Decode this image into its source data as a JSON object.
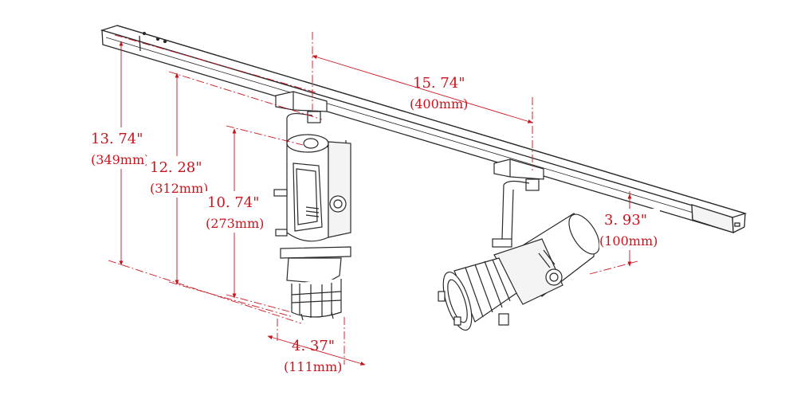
{
  "colors": {
    "dimension": "#c8141e",
    "outline": "#2a2a2a",
    "background": "#ffffff"
  },
  "dimensions": {
    "h_total": {
      "imperial": "13. 74\"",
      "metric": "(349mm)"
    },
    "h_mid": {
      "imperial": "12. 28\"",
      "metric": "(312mm)"
    },
    "h_body": {
      "imperial": "10. 74\"",
      "metric": "(273mm)"
    },
    "spacing": {
      "imperial": "15. 74\"",
      "metric": "(400mm)"
    },
    "depth": {
      "imperial": "3. 93\"",
      "metric": "(100mm)"
    },
    "width": {
      "imperial": "4. 37\"",
      "metric": "(111mm)"
    }
  },
  "parts": {
    "track": "track-rail",
    "spotlight_left": "spotlight-vertical",
    "spotlight_right": "spotlight-tilted"
  }
}
